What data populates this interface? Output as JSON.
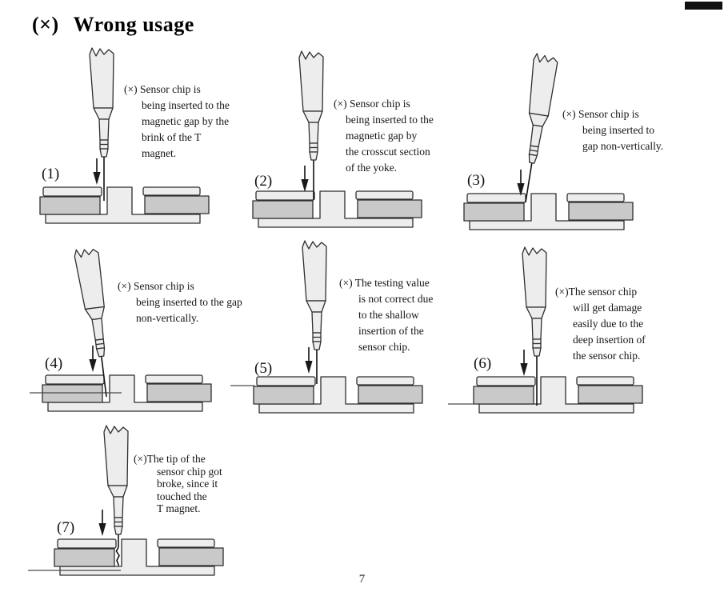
{
  "page": {
    "title_marker": "(×)",
    "title": "Wrong usage",
    "page_number": "7"
  },
  "figures": [
    {
      "label": "(1)",
      "caption_lines": [
        "(×) Sensor chip is",
        "being inserted to the",
        "magnetic gap by the",
        "brink of the T",
        "magnet."
      ]
    },
    {
      "label": "(2)",
      "caption_lines": [
        "(×) Sensor chip is",
        "being inserted to the",
        "magnetic gap by",
        "the crosscut section",
        "of the yoke."
      ]
    },
    {
      "label": "(3)",
      "caption_lines": [
        "(×) Sensor chip is",
        "being inserted to",
        "gap non-vertically."
      ]
    },
    {
      "label": "(4)",
      "caption_lines": [
        "(×) Sensor chip is",
        "being inserted to the gap",
        "non-vertically."
      ]
    },
    {
      "label": "(5)",
      "caption_lines": [
        "(×) The testing value",
        "is not correct due",
        "to the shallow",
        "insertion of the",
        "sensor chip."
      ]
    },
    {
      "label": "(6)",
      "caption_lines": [
        "(×)The sensor chip",
        "will get damage",
        "easily due to the",
        "deep insertion of",
        "the sensor chip."
      ]
    },
    {
      "label": "(7)",
      "caption_lines": [
        "(×)The tip of the",
        "sensor chip got",
        "broke, since it",
        "touched the",
        "T magnet."
      ]
    }
  ]
}
